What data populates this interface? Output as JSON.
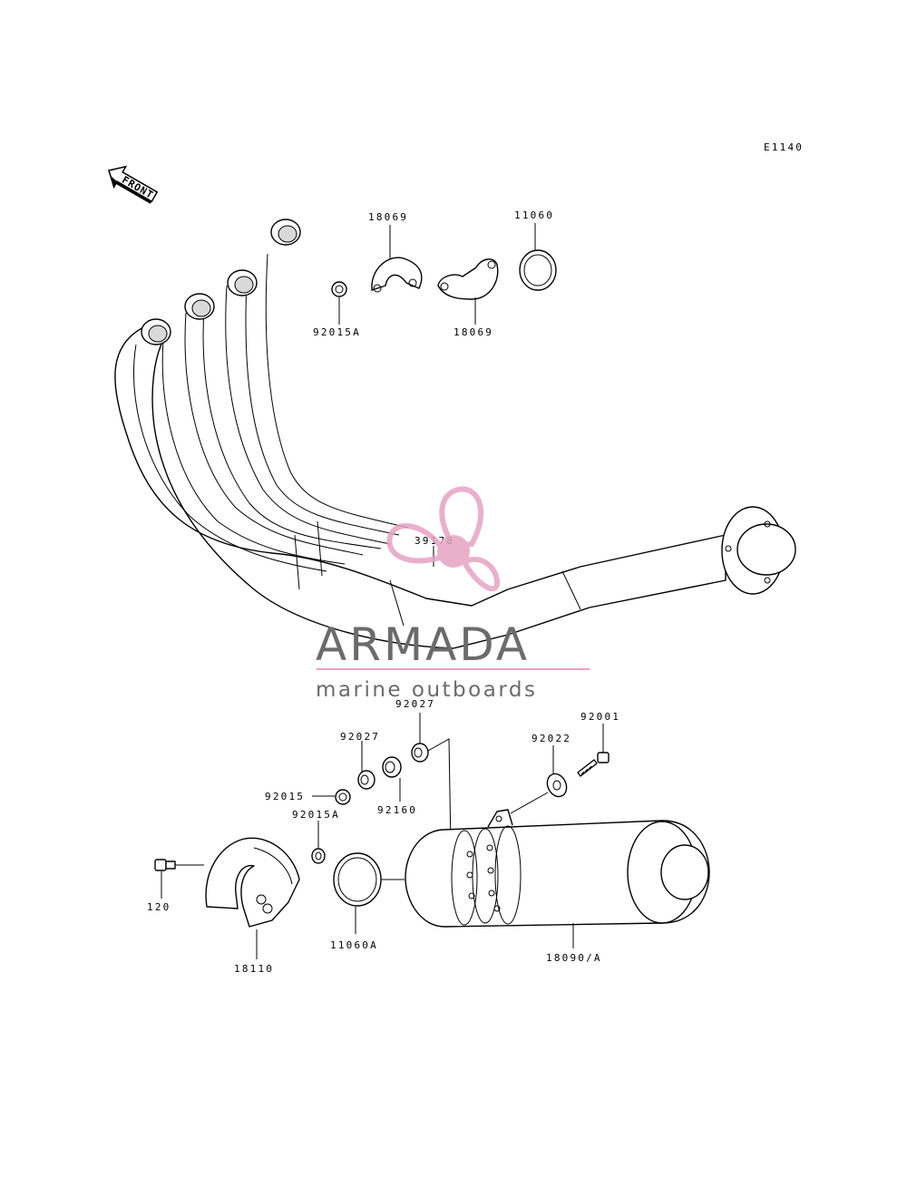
{
  "diagram": {
    "code": "E1140",
    "front_label": "FRONT",
    "parts": {
      "p18069_top": "18069",
      "p11060": "11060",
      "p92015A_top": "92015A",
      "p18069_bottom": "18069",
      "p39178": "39178",
      "p92027_right": "92027",
      "p92027_left": "92027",
      "p92001": "92001",
      "p92022": "92022",
      "p92015": "92015",
      "p92160": "92160",
      "p92015A_bottom": "92015A",
      "p120": "120",
      "p11060A": "11060A",
      "p18090A": "18090/A",
      "p18110": "18110"
    }
  },
  "watermark": {
    "brand": "ARMADA",
    "tagline": "marine outboards",
    "color": "#e6a3c4"
  }
}
